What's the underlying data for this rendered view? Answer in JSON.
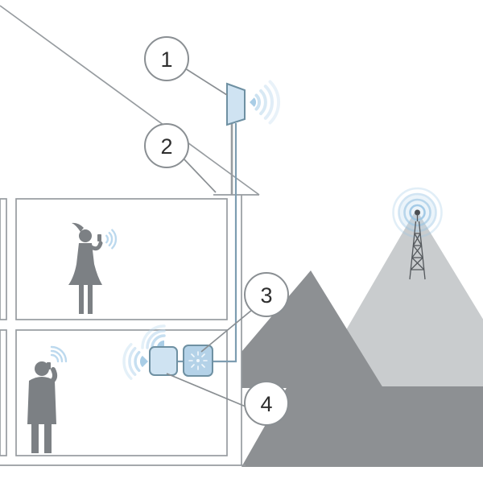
{
  "diagram": {
    "callouts": [
      {
        "label": "1",
        "points_to": "outdoor-antenna"
      },
      {
        "label": "2",
        "points_to": "cable"
      },
      {
        "label": "3",
        "points_to": "signal-booster"
      },
      {
        "label": "4",
        "points_to": "indoor-antenna"
      }
    ],
    "colors": {
      "outline_gray": "#979ca0",
      "callout_stroke": "#8a8f93",
      "number_text": "#2e2e2e",
      "silhouette_gray": "#7c8084",
      "wave_blue": "#bcd9ee",
      "wave_blue_pale": "#c7dff0",
      "device_fill": "#cfe3f2",
      "device_fill_dark": "#b4d2e8",
      "device_stroke": "#6e90a2",
      "cable_blue": "#7d9db1",
      "mountain_dark": "#8d9093",
      "mountain_light": "#c9ccce",
      "tower_gray": "#54585c"
    }
  }
}
